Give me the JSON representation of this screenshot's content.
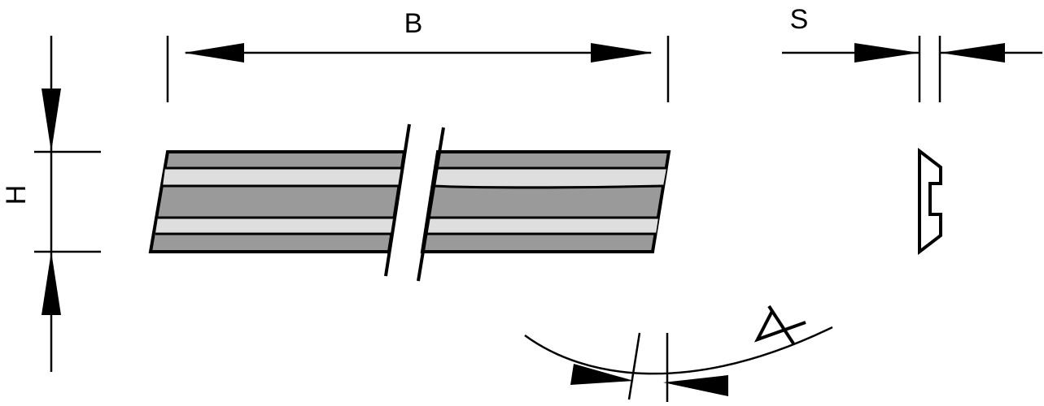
{
  "labels": {
    "width": "B",
    "height": "H",
    "thickness": "S"
  },
  "colors": {
    "line": "#000000",
    "blade_dark": "#9a9a9a",
    "blade_light": "#dedede",
    "background": "#ffffff"
  },
  "icons": {
    "angle": "angle-symbol-icon"
  }
}
